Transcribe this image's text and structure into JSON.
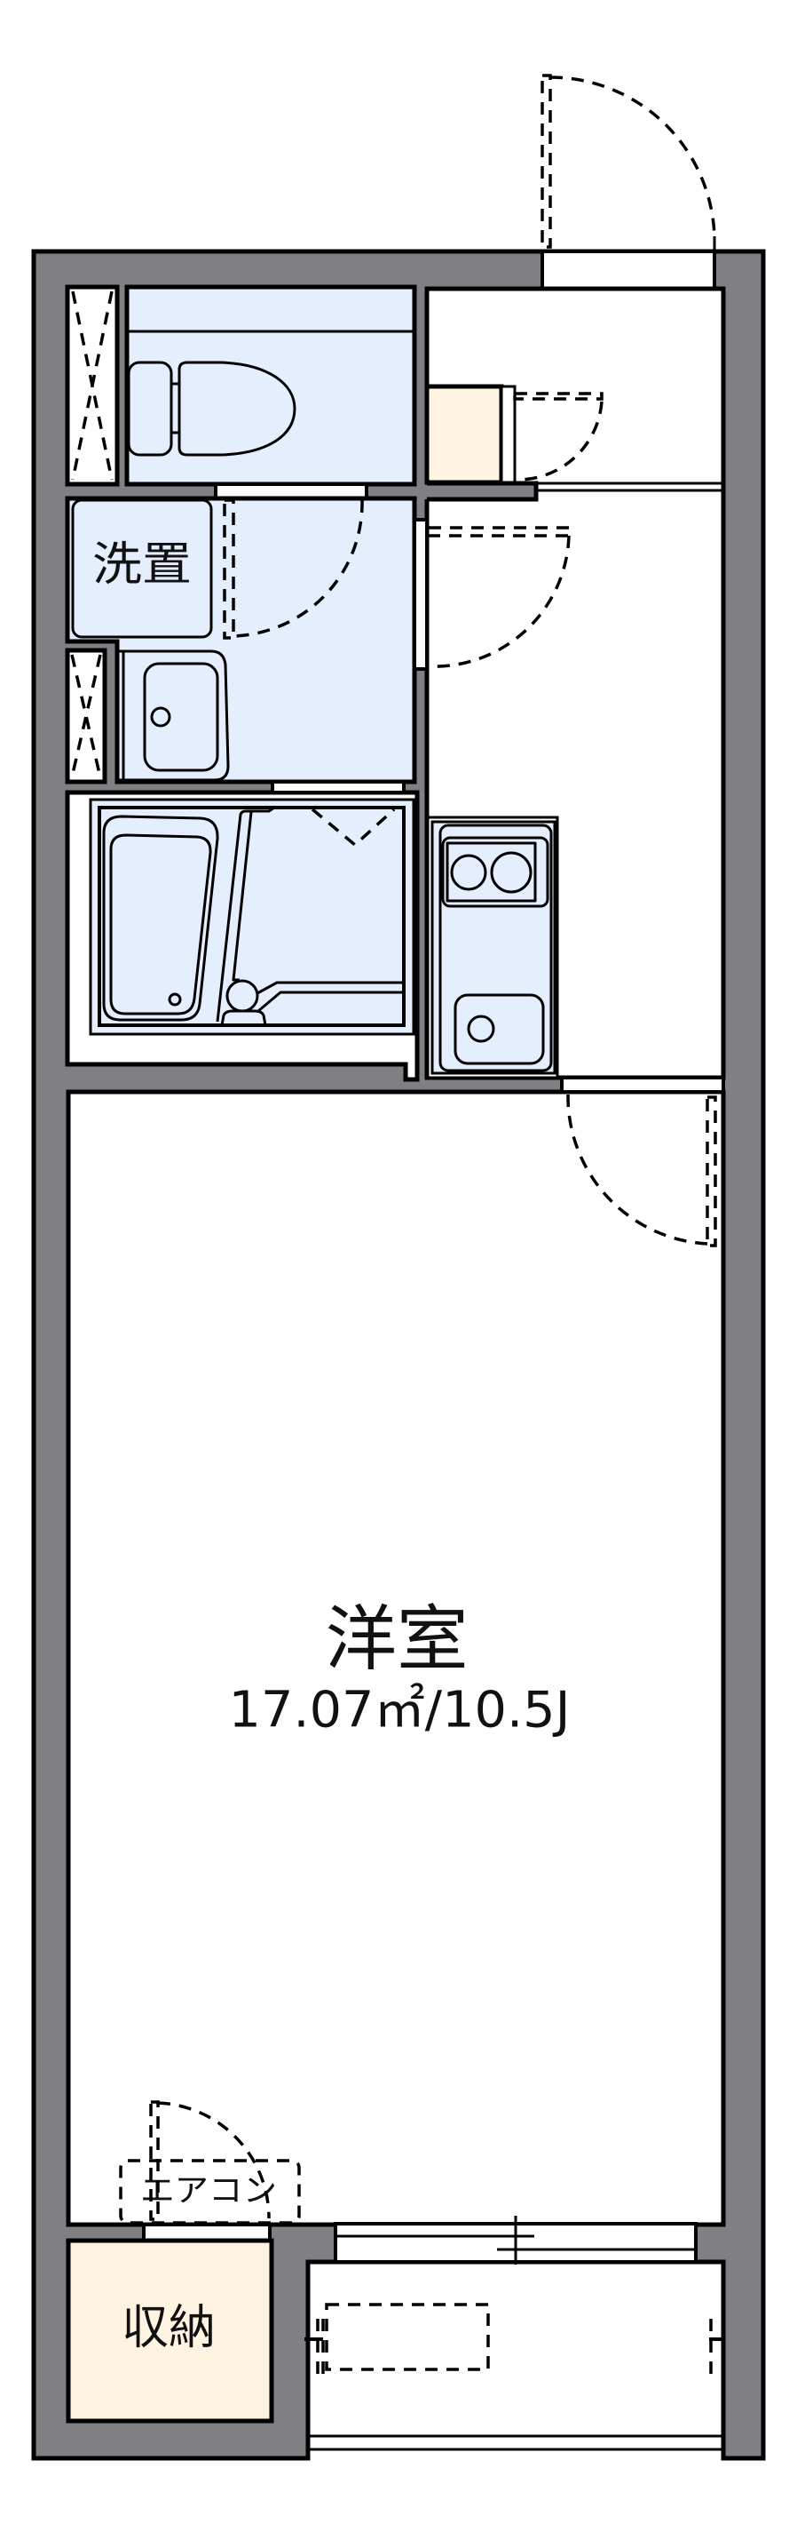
{
  "colors": {
    "wall": "#807f84",
    "wet_area": "#e4eefc",
    "storage": "#fff3e1",
    "floor": "#ffffff",
    "line": "#000000"
  },
  "rooms": {
    "washroom": {
      "label": "洗置"
    },
    "main_room": {
      "label": "洋室",
      "area": "17.07㎡/10.5J",
      "area_sqm": 17.07,
      "area_jo": 10.5
    },
    "aircon": {
      "label": "エアコン"
    },
    "storage": {
      "label": "収納"
    }
  },
  "icons": [
    "toilet-icon",
    "washbasin-icon",
    "bathtub-icon",
    "stove-icon",
    "kitchen-sink-icon",
    "shoe-cabinet",
    "washing-machine-space",
    "outdoor-unit-space"
  ]
}
